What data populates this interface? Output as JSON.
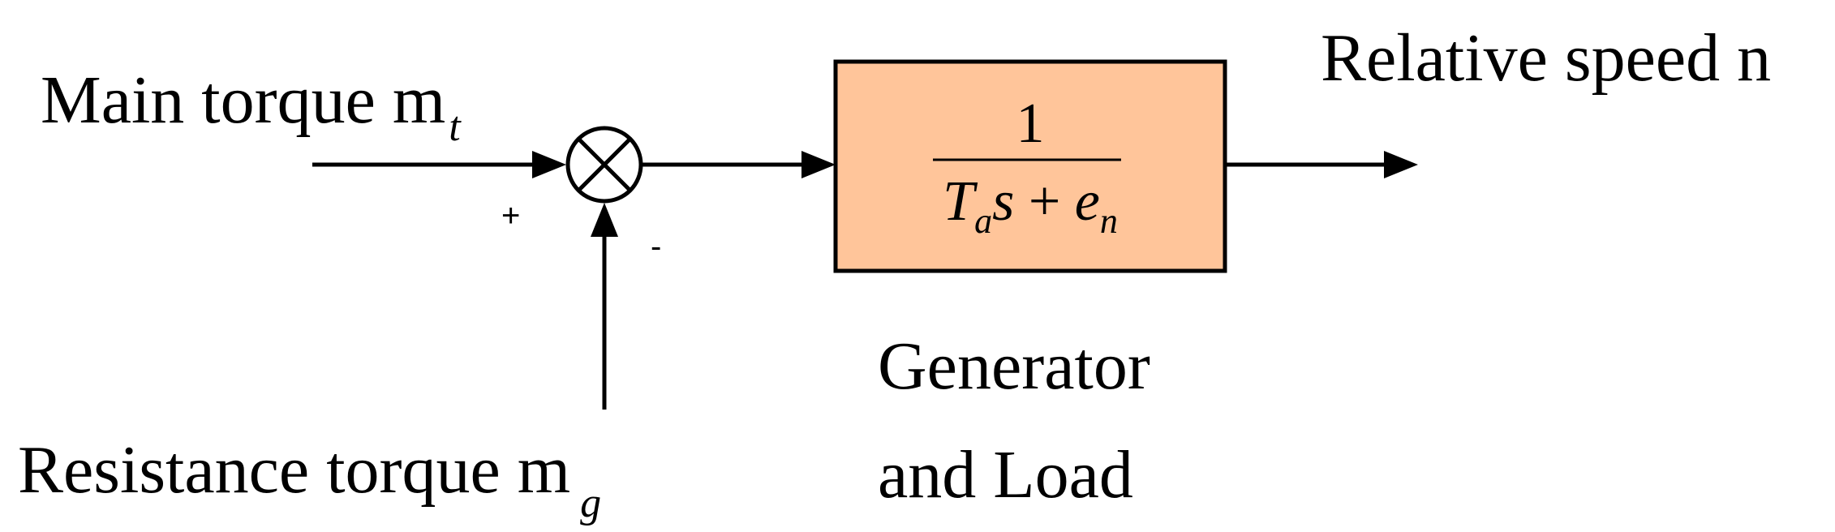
{
  "inputs": {
    "main_torque": {
      "text": "Main torque m",
      "subscript": "t",
      "sign": "+"
    },
    "resistance_torque": {
      "text": "Resistance torque m",
      "subscript": "g",
      "sign": "-"
    }
  },
  "block": {
    "numerator": "1",
    "denominator": {
      "var1": "T",
      "var1_sub": "a",
      "var2": "s",
      "op": " + ",
      "var3": "e",
      "var3_sub": "n"
    },
    "caption_line1": "Generator",
    "caption_line2": "and Load",
    "fill_color": "#FFC59A",
    "border_color": "#000000"
  },
  "output": {
    "text": "Relative speed n"
  }
}
